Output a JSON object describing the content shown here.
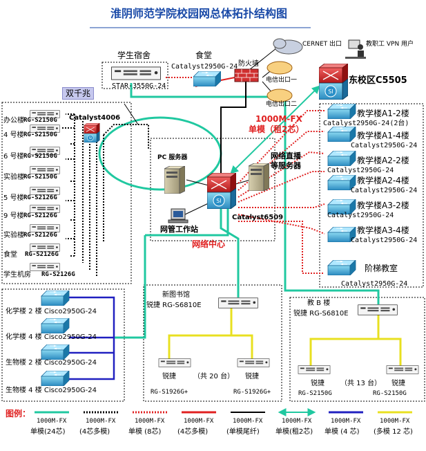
{
  "title": "淮阴师范学院校园网总体拓扑结构图",
  "top": {
    "dorm_label": "学生宿舍",
    "canteen_label": "食堂",
    "canteen_switch": "Catalyst2950G-24",
    "star_switch": "STAR-3550G-24",
    "shuangqianzhao": "双千兆",
    "firewall": "防火墙",
    "cernet": "CERNET 出口",
    "vpn": "教职工 VPN 用户",
    "telecom1": "电信出口一",
    "telecom2": "电信出口二",
    "east_campus": "东校区C5505",
    "link_label_1": "1000M-FX",
    "link_label_2": "单模（租2芯）"
  },
  "left": {
    "core_switch": "Catalyst4006",
    "buildings": [
      {
        "name": "办公楼",
        "model": "RG-S2150G"
      },
      {
        "name": "4 号楼",
        "model": "RG-S2150G"
      },
      {
        "name": "6 号楼",
        "model": "RG-S2150G"
      },
      {
        "name": "实验楼",
        "model": "RG-S2150G"
      },
      {
        "name": "5 号楼",
        "model": "RG-S2126G"
      },
      {
        "name": "9 号楼",
        "model": "RG-S2126G"
      },
      {
        "name": "实验楼",
        "model": "RG-S2126G"
      },
      {
        "name": "食堂",
        "model": "RG-S2126G"
      },
      {
        "name": "学生机房",
        "model": "RG-S2126G"
      }
    ]
  },
  "center": {
    "pc_server": "PC 服务器",
    "network_storage_1": "网络直播",
    "network_storage_2": "等服务器",
    "core_switch": "Catalyst6509",
    "mgmt_station": "网管工作站",
    "network_center": "网络中心"
  },
  "right": {
    "teaching": [
      {
        "name": "教学楼A1-2楼",
        "model": "Catalyst2950G-24(2台)"
      },
      {
        "name": "教学楼A1-4楼",
        "model": "Catalyst2950G-24"
      },
      {
        "name": "教学楼A2-2楼",
        "model": "Catalyst2950G-24"
      },
      {
        "name": "教学楼A2-4楼",
        "model": "Catalyst2950G-24"
      },
      {
        "name": "教学楼A3-2楼",
        "model": "Catalyst2950G-24"
      },
      {
        "name": "教学楼A3-4楼",
        "model": "Catalyst2950G-24"
      }
    ],
    "lecture_hall": "阶梯教室",
    "lecture_model": "Catalyst2950G-24"
  },
  "bottom_left": [
    {
      "label": "化学楼 2 楼 Cisco2950G-24"
    },
    {
      "label": "化学楼 4 楼 Cisco2950G-24"
    },
    {
      "label": "生物楼 2 楼 Cisco2950G-24"
    },
    {
      "label": "生物楼 4 楼 Cisco2950G-24"
    }
  ],
  "library": {
    "name": "新图书馆",
    "core": "锐捷 RG-S6810E",
    "left_sw": "锐捷",
    "count": "（共 20 台）",
    "right_sw": "锐捷",
    "left_model": "RG-S1926G+",
    "right_model": "RG-S1926G+"
  },
  "teachingB": {
    "name": "教 B 楼",
    "core": "锐捷 RG-S6810E",
    "left_sw": "锐捷",
    "count": "（共 13 台）",
    "right_sw": "锐捷",
    "left_model": "RG-S2150G",
    "right_model": "RG-S2150G"
  },
  "legend": {
    "title": "图例：",
    "items": [
      {
        "top": "1000M-FX",
        "bottom": "单模(24芯)",
        "color": "#20c8a0",
        "style": "solid",
        "width": 3
      },
      {
        "top": "1000M-FX",
        "bottom": "(4芯多模)",
        "color": "#000000",
        "style": "dotted",
        "width": 3
      },
      {
        "top": "1000M-FX",
        "bottom": "单模 (8芯)",
        "color": "#e02020",
        "style": "dotted",
        "width": 3
      },
      {
        "top": "1000M-FX",
        "bottom": "(4芯多模)",
        "color": "#e02020",
        "style": "solid",
        "width": 3
      },
      {
        "top": "1000M-FX",
        "bottom": "(单模尾纤)",
        "color": "#000000",
        "style": "solid",
        "width": 2
      },
      {
        "top": "1000M-FX",
        "bottom": "单模(租2芯)",
        "color": "#20c8a0",
        "style": "arrow",
        "width": 2
      },
      {
        "top": "1000M-FX",
        "bottom": "单模 (4 芯)",
        "color": "#2020c0",
        "style": "solid",
        "width": 3
      },
      {
        "top": "1000M-FX",
        "bottom": "(多模 12 芯)",
        "color": "#e8e020",
        "style": "solid",
        "width": 3
      }
    ]
  }
}
